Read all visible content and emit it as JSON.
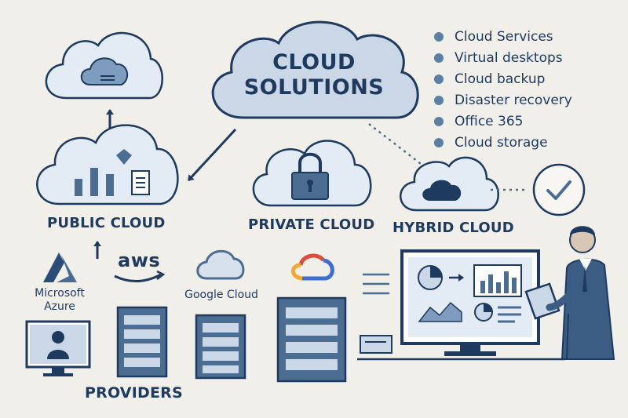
{
  "title": {
    "line1": "CLOUD",
    "line2": "SOLUTIONS"
  },
  "services": [
    {
      "label": "Cloud Services"
    },
    {
      "label": "Virtual desktops"
    },
    {
      "label": "Cloud backup"
    },
    {
      "label": "Disaster recovery"
    },
    {
      "label": "Office 365"
    },
    {
      "label": "Cloud storage"
    }
  ],
  "categories": {
    "public": "PUBLIC CLOUD",
    "private": "PRIVATE CLOUD",
    "hybrid": "HYBRID CLOUD",
    "providers": "PROVIDERS"
  },
  "providers": {
    "azure_line1": "Microsoft",
    "azure_line2": "Azure",
    "aws": "aws",
    "google": "Google Cloud"
  },
  "colors": {
    "navy": "#1f3a5f",
    "steel": "#4b6d91",
    "light": "#c9d7e6",
    "pale": "#e3ecf4",
    "background": "#f1efea"
  },
  "icons": [
    "cloud-icon",
    "lock-icon",
    "check-circle-icon",
    "server-rack-icon",
    "monitor-icon",
    "person-icon",
    "tablet-icon",
    "arrow-icon"
  ]
}
